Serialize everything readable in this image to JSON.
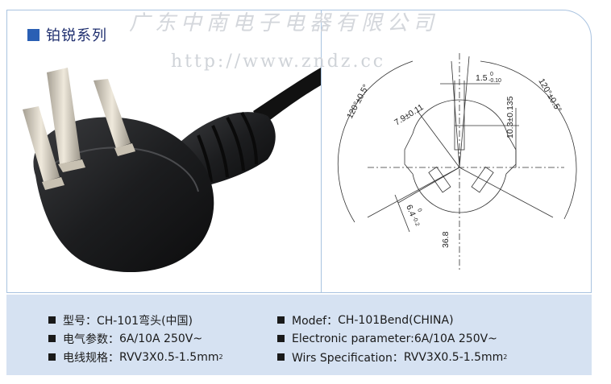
{
  "header": {
    "series_title": "铂锐系列",
    "watermark_company": "广东中南电子电器有限公司",
    "website": "http://www.zndz.cc"
  },
  "drawing": {
    "angle_left": "120°±0.5°",
    "angle_right": "120°±0.5°",
    "pin_width": "1.5",
    "pin_width_tol_upper": "0",
    "pin_width_tol_lower": "-0.10",
    "pin_offset": "7.9±0.11",
    "earth_length": "10.3±0.135",
    "pin_length": "6.4",
    "pin_length_tol_upper": "0",
    "pin_length_tol_lower": "-0.2",
    "center_distance": "36.8"
  },
  "specs": {
    "cn": [
      {
        "label": "型号：",
        "value": "CH-101弯头(中国)"
      },
      {
        "label": "电气参数：",
        "value": "6A/10A 250V~"
      },
      {
        "label": "电线规格：",
        "value": "RVV3X0.5-1.5mm",
        "sup": "2"
      }
    ],
    "en": [
      {
        "label": "Modef：",
        "value": "CH-101Bend(CHINA)"
      },
      {
        "label": "Electronic parameter:",
        "value": "6A/10A 250V~"
      },
      {
        "label": "Wirs Specification：",
        "value": "RVV3X0.5-1.5mm",
        "sup": "2"
      }
    ]
  },
  "colors": {
    "frame_border": "#a9c3e0",
    "spec_panel": "#d6e2f2",
    "title_square": "#2a5fb4",
    "plug_body": "#1c1d1f",
    "pin_metal": "#d9d2c4"
  }
}
